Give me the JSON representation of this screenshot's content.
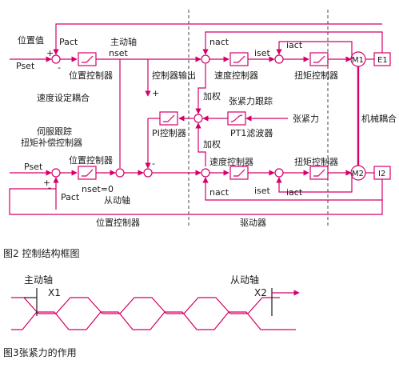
{
  "colors": {
    "line": "#d4006a",
    "text": "#1a1a1a",
    "divider": "#666666",
    "box_fill": "#ffffff"
  },
  "labels": {
    "position_value": "位置值",
    "pact_top": "Pact",
    "master_axis_top": "主动轴",
    "nset_top": "nset",
    "nact_top": "nact",
    "iset_top": "iset",
    "iact_top": "iact",
    "pset_top": "Pset",
    "position_controller_top": "位置控制器",
    "controller_output": "控制器输出",
    "speed_controller_top": "速度控制器",
    "torque_controller_top": "扭矩控制器",
    "speed_coupling": "速度设定耦合",
    "add_weight_top": "加权",
    "tension_tracking": "张紧力跟踪",
    "servo_tracking_1": "伺服跟踪",
    "servo_tracking_2": "扭矩补偿控制器",
    "pi_controller": "PI控制器",
    "pt1_filter": "PT1滤波器",
    "tension": "张紧力",
    "mech_coupling": "机械耦合",
    "add_weight_bottom": "加权",
    "pset_bottom": "Pset",
    "position_controller_bottom": "位置控制器",
    "speed_controller_bottom": "速度控制器",
    "torque_controller_bottom": "扭矩控制器",
    "pact_bottom": "Pact",
    "nset_zero": "nset=0",
    "slave_axis": "从动轴",
    "nact_bottom": "nact",
    "iset_bottom": "iset",
    "iact_bottom": "iact",
    "position_controller_footer": "位置控制器",
    "drive": "驱动器",
    "m1": "M1",
    "e1": "E1",
    "m2": "M2",
    "i2": "I2",
    "plus": "+",
    "minus": "-"
  },
  "figure2_caption": "图2 控制结构框图",
  "figure3": {
    "master_label": "主动轴",
    "master_x": "X1",
    "slave_label": "从动轴",
    "slave_x": "X2"
  },
  "figure3_caption": "图3张紧力的作用"
}
